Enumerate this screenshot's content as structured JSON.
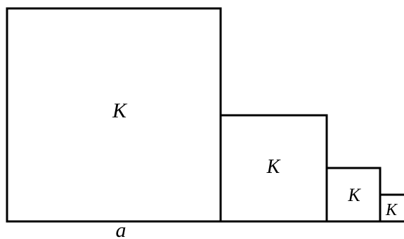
{
  "diagram": {
    "square_labels": [
      "K",
      "K",
      "K",
      "K"
    ],
    "bottom_label": "a"
  },
  "colors": {
    "stroke": "#000000",
    "fill": "#ffffff",
    "text": "#000000"
  }
}
